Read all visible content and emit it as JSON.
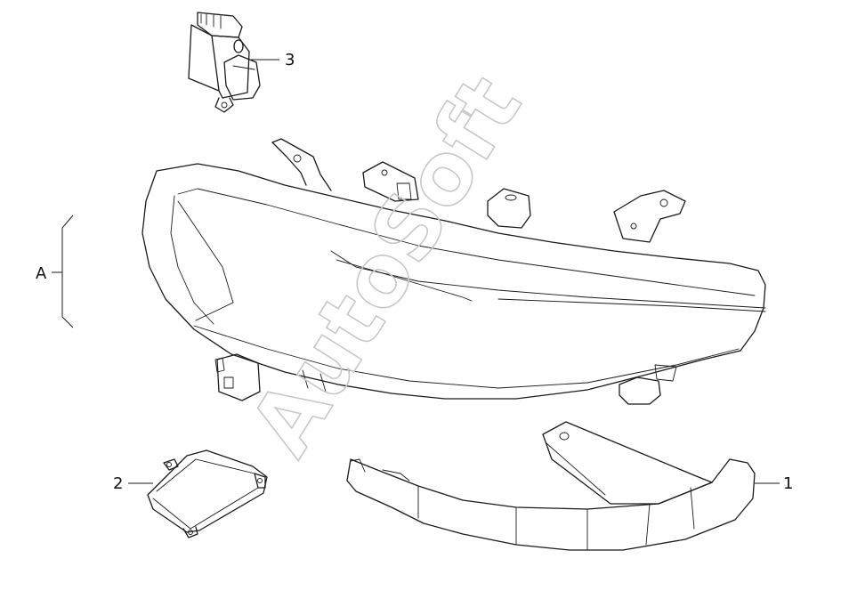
{
  "watermark": "AutoSoft",
  "callouts": {
    "one": "1",
    "two": "2",
    "three": "3",
    "assembly": "A"
  }
}
